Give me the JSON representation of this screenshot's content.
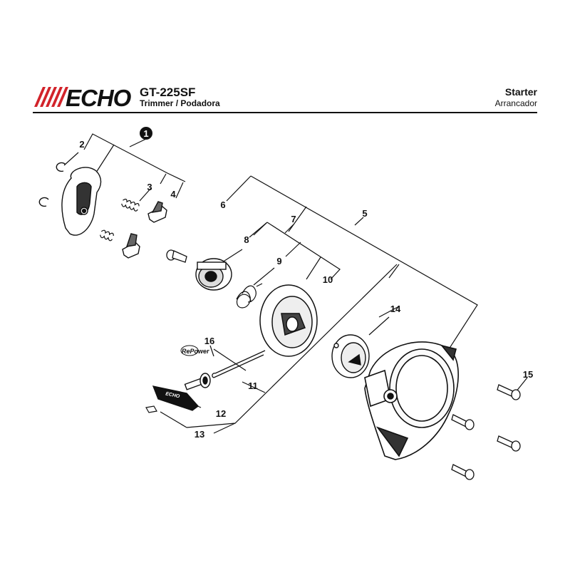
{
  "brand": "ECHO",
  "model": "GT-225SF",
  "product_type": "Trimmer / Podadora",
  "section_en": "Starter",
  "section_es": "Arrancador",
  "colors": {
    "ink": "#111111",
    "brand_red": "#d2232a"
  },
  "callouts": {
    "c1": "1",
    "c2": "2",
    "c3": "3",
    "c4": "4",
    "c5": "5",
    "c6": "6",
    "c7": "7",
    "c8": "8",
    "c9": "9",
    "c10": "10",
    "c11": "11",
    "c12": "12",
    "c13": "13",
    "c14": "14",
    "c15": "15",
    "c16": "16"
  },
  "parts_text": {
    "repower_logo": "RePower",
    "handle_text": "ECHO"
  }
}
